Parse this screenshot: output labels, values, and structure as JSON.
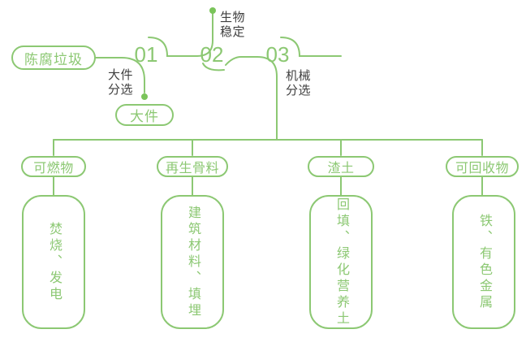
{
  "diagram": {
    "title_semantic": "aged-waste-sorting-process-flow",
    "source": {
      "label": "陈腐垃圾"
    },
    "stages": [
      {
        "number": "01",
        "process_label": "大件分选",
        "output_label": "大件"
      },
      {
        "number": "02",
        "process_label": "生物稳定"
      },
      {
        "number": "03",
        "process_label": "机械分选"
      }
    ],
    "branches": [
      {
        "category": "可燃物",
        "outcome": "焚烧、发电"
      },
      {
        "category": "再生骨料",
        "outcome": "建筑材料、填埋"
      },
      {
        "category": "渣土",
        "outcome": "回填、绿化营养土"
      },
      {
        "category": "可回收物",
        "outcome": "铁、有色金属"
      }
    ],
    "colors": {
      "line_green": "#8CC873",
      "dot_green": "#7AC45A",
      "label_dark": "#3F3F3F",
      "background": "#FFFFFF"
    }
  }
}
